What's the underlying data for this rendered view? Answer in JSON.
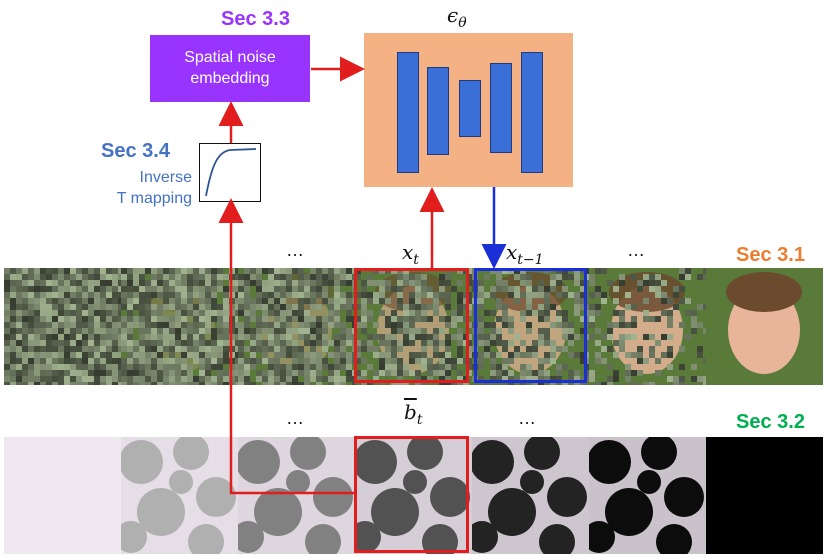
{
  "colors": {
    "purple": "#9933ff",
    "orange_box": "#f4b183",
    "unet_block": "#3a6fd8",
    "red": "#e21d1d",
    "blue": "#1b2fd6",
    "sec31": "#ed7d31",
    "sec32": "#00b050",
    "sec33": "#9933ff",
    "sec34": "#4472c4"
  },
  "network": {
    "label": "ϵ_θ"
  },
  "embedding": {
    "line1": "Spatial noise",
    "line2": "embedding",
    "section": "Sec 3.3"
  },
  "mapping": {
    "section": "Sec 3.4",
    "line1": "Inverse",
    "line2": "T mapping"
  },
  "top_row": {
    "section": "Sec 3.1",
    "xt_label": "x_t",
    "xt1_label": "x_{t−1}",
    "ellipsis": [
      "…",
      "…"
    ],
    "frames": [
      {
        "noise": 1.0,
        "reveal": 0.0
      },
      {
        "noise": 0.92,
        "reveal": 0.25
      },
      {
        "noise": 0.85,
        "reveal": 0.4
      },
      {
        "noise": 0.7,
        "reveal": 0.62
      },
      {
        "noise": 0.55,
        "reveal": 0.72
      },
      {
        "noise": 0.35,
        "reveal": 0.85
      },
      {
        "noise": 0.0,
        "reveal": 1.0
      }
    ]
  },
  "bottom_row": {
    "section": "Sec 3.2",
    "bt_label": "b̄_t",
    "ellipsis": [
      "…",
      "…"
    ],
    "frames": [
      {
        "level": 0.0
      },
      {
        "level": 0.25
      },
      {
        "level": 0.45
      },
      {
        "level": 0.65
      },
      {
        "level": 0.85
      },
      {
        "level": 0.95
      },
      {
        "level": 1.0
      }
    ]
  }
}
